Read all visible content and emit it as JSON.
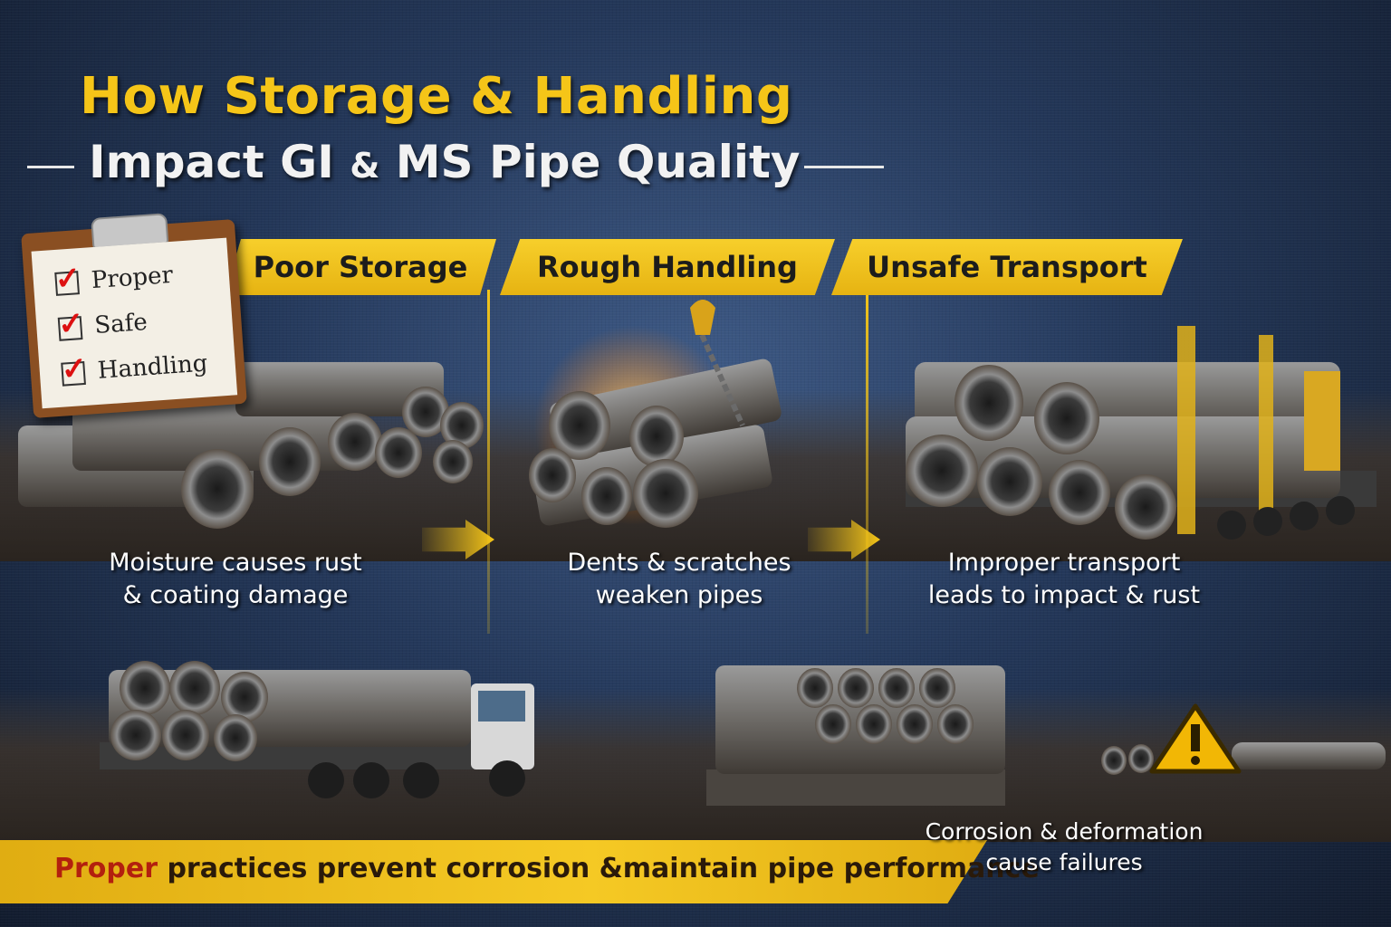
{
  "header": {
    "title_line1": "How Storage & Handling",
    "title_line2_a": "Impact GI ",
    "title_line2_amp": "&",
    "title_line2_b": " MS Pipe Quality"
  },
  "clipboard": {
    "items": [
      "Proper",
      "Safe",
      "Handling"
    ]
  },
  "panels": [
    {
      "banner": "Poor Storage",
      "caption_line1": "Moisture causes rust",
      "caption_line2": "& coating damage"
    },
    {
      "banner": "Rough Handling",
      "caption_line1": "Dents & scratches",
      "caption_line2": "weaken pipes"
    },
    {
      "banner": "Unsafe Transport",
      "caption_line1": "Improper transport",
      "caption_line2": "leads to impact & rust"
    }
  ],
  "footer": {
    "text_red": "Proper",
    "text_rest": " practices prevent corrosion &maintain pipe performance",
    "note_line1": "Corrosion & deformation",
    "note_line2": "cause failures"
  },
  "colors": {
    "accent": "#f5c518",
    "warning": "#f2b705",
    "background": "#24385a"
  },
  "icons": [
    "checkbox-icon",
    "hook-icon",
    "warning-icon",
    "arrow-right-icon"
  ]
}
